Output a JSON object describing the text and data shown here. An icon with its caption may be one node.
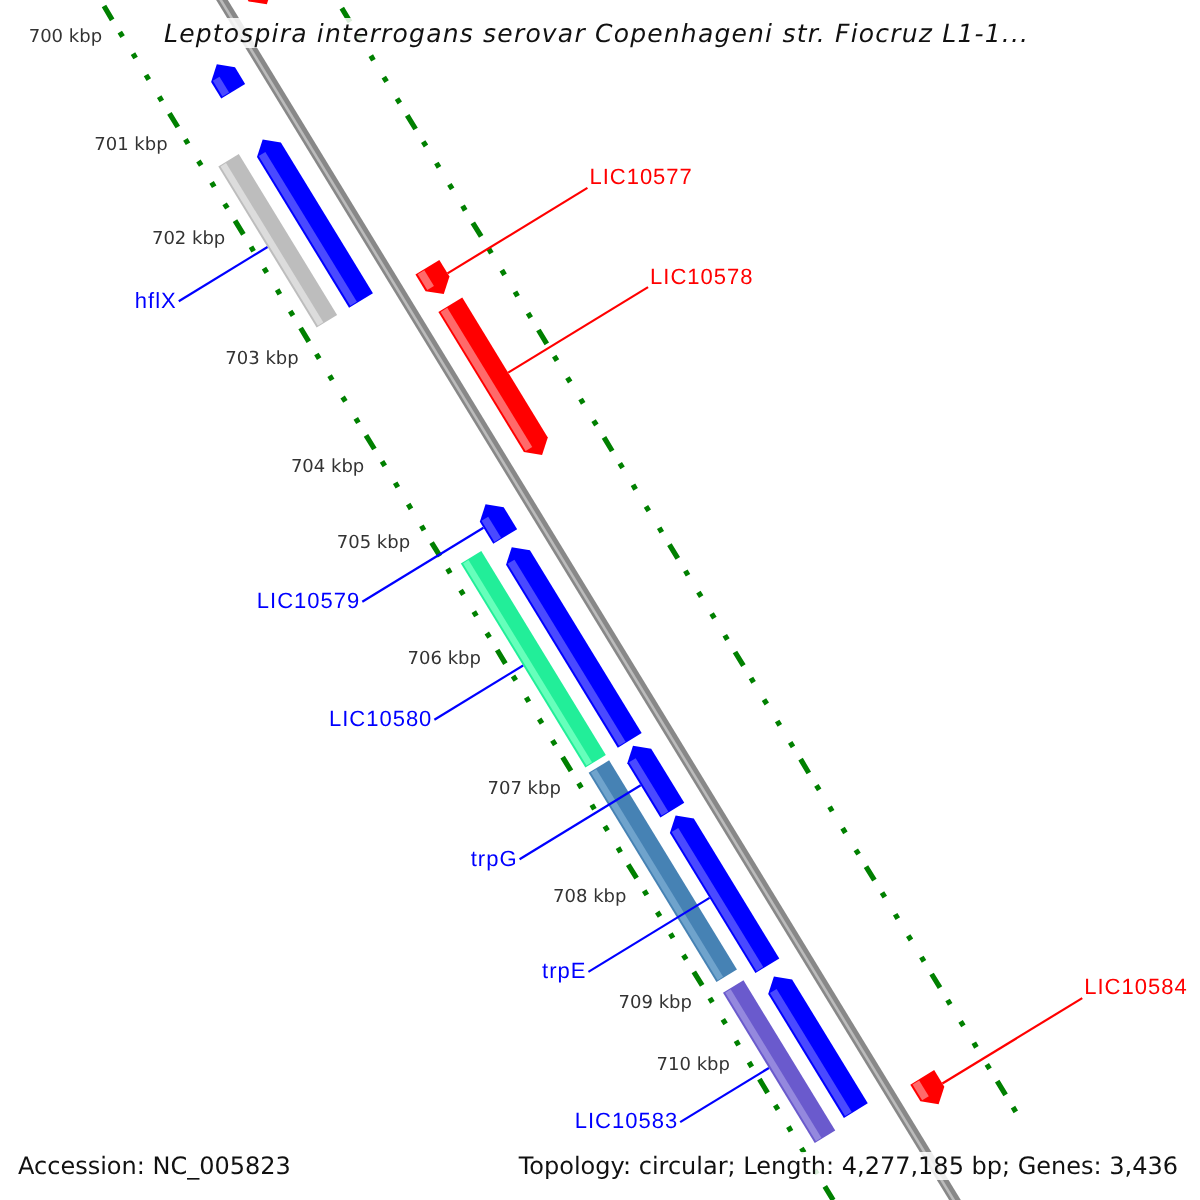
{
  "diagram": {
    "title": "Leptospira interrogans serovar Copenhageni str. Fiocruz L1-1...",
    "nodes": [
      {
        "text": [],
        "shape": "bar"
      },
      {
        "text": [],
        "shape": "bar"
      },
      {
        "text": [],
        "shape": "bar"
      },
      {
        "text": [],
        "shape": "bar"
      },
      {
        "text": [
          "hflX"
        ]
      },
      {
        "text": [
          "LIC10577"
        ]
      },
      {
        "text": [],
        "shape": "bar"
      },
      {
        "text": [
          "LIC10578"
        ]
      },
      {
        "text": [],
        "shape": "bar"
      },
      {
        "text": [],
        "shape": "bar"
      },
      {
        "text": [
          "LIC10579"
        ]
      },
      {
        "text": [],
        "shape": "bar"
      },
      {
        "text": [],
        "shape": "bar"
      },
      {
        "text": [
          "LIC10580"
        ]
      },
      {
        "text": [],
        "shape": "bar"
      },
      {
        "text": [],
        "shape": "bar"
      },
      {
        "text": [
          "trpG"
        ]
      },
      {
        "text": [],
        "shape": "bar"
      },
      {
        "text": [
          "trpE"
        ]
      },
      {
        "text": [],
        "shape": "bar"
      },
      {
        "text": [],
        "shape": "bar"
      },
      {
        "text": [
          "LIC10583"
        ]
      },
      {
        "text": [
          "LIC10584"
        ]
      },
      {
        "text": [],
        "shape": "bar"
      }
    ],
    "edges": [
      {
        "from": 4,
        "to": 3,
        "arrow": "none"
      },
      {
        "from": 5,
        "to": 6,
        "arrow": "none",
        "color": "#ff0000"
      },
      {
        "from": 7,
        "to": 8,
        "arrow": "none",
        "color": "#ff0000"
      },
      {
        "from": 10,
        "to": 9,
        "arrow": "none"
      },
      {
        "from": 13,
        "to": 11,
        "arrow": "none"
      },
      {
        "from": 16,
        "to": 14,
        "arrow": "none"
      },
      {
        "from": 18,
        "to": 17,
        "arrow": "none"
      },
      {
        "from": 21,
        "to": 19,
        "arrow": "none"
      },
      {
        "from": 22,
        "to": 23,
        "arrow": "none",
        "color": "#ff0000"
      }
    ],
    "labels": [
      "700 kbp",
      "701 kbp",
      "702 kbp",
      "703 kbp",
      "704 kbp",
      "705 kbp",
      "706 kbp",
      "707 kbp",
      "708 kbp",
      "709 kbp",
      "710 kbp",
      "Accession: NC_005823",
      "Topology: circular; Length: 4,277,185 bp; Genes: 3,436"
    ]
  }
}
